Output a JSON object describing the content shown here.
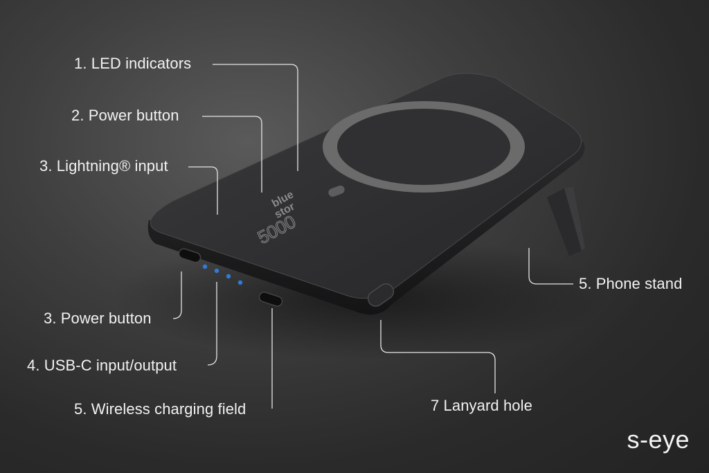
{
  "diagram": {
    "subject": "Magnetic wireless power bank with phone stand",
    "product_branding": {
      "wordmark_line1": "blue",
      "wordmark_line2": "stor",
      "capacity_mark": "5000"
    },
    "callouts": [
      {
        "id": "led-indicators",
        "text": "1. LED indicators"
      },
      {
        "id": "power-button-top",
        "text": "2. Power button"
      },
      {
        "id": "lightning-input",
        "text": "3. Lightning® input"
      },
      {
        "id": "power-button-bottom",
        "text": "3. Power button"
      },
      {
        "id": "usb-c",
        "text": "4. USB-C input/output"
      },
      {
        "id": "wireless-field",
        "text": "5. Wireless charging field"
      },
      {
        "id": "phone-stand",
        "text": "5. Phone stand"
      },
      {
        "id": "lanyard-hole",
        "text": "7  Lanyard hole"
      }
    ],
    "led_count": 4,
    "colors": {
      "background": "#3a3a3a",
      "device_body": "#2b2b2d",
      "ring": "#6b6b6b",
      "led": "#2f7bd8",
      "callout_line": "#e6e6e6",
      "text": "#f2f2f2"
    }
  },
  "brand": {
    "logo": "s-eye"
  }
}
